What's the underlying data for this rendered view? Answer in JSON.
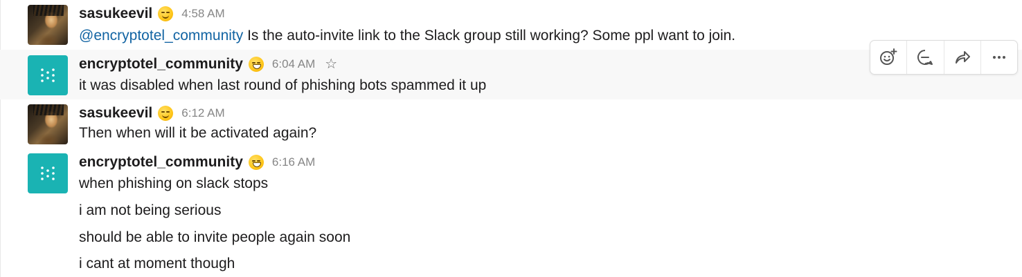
{
  "messages": [
    {
      "user": "sasukeevil",
      "status_emoji": "smirk-emoji",
      "time": "4:58 AM",
      "mention": "@encryptotel_community",
      "lines": [
        "Is the auto-invite link to the Slack group still working? Some ppl want to join."
      ]
    },
    {
      "user": "encryptotel_community",
      "status_emoji": "grin-emoji",
      "time": "6:04 AM",
      "lines": [
        "it was disabled when last round of phishing bots spammed it up"
      ]
    },
    {
      "user": "sasukeevil",
      "status_emoji": "smirk-emoji",
      "time": "6:12 AM",
      "lines": [
        "Then when will it be activated again?"
      ]
    },
    {
      "user": "encryptotel_community",
      "status_emoji": "grin-emoji",
      "time": "6:16 AM",
      "lines": [
        "when phishing on slack stops",
        "i am not being serious",
        "should be able to invite people again soon",
        "i cant at moment though"
      ]
    }
  ],
  "message_actions": {
    "icons": [
      "add-reaction-icon",
      "reply-in-thread-icon",
      "share-message-icon",
      "more-actions-icon"
    ]
  },
  "colors": {
    "mention": "#1264a3",
    "bot_avatar": "#1ab3b3",
    "hover_background": "#f8f8f8"
  }
}
